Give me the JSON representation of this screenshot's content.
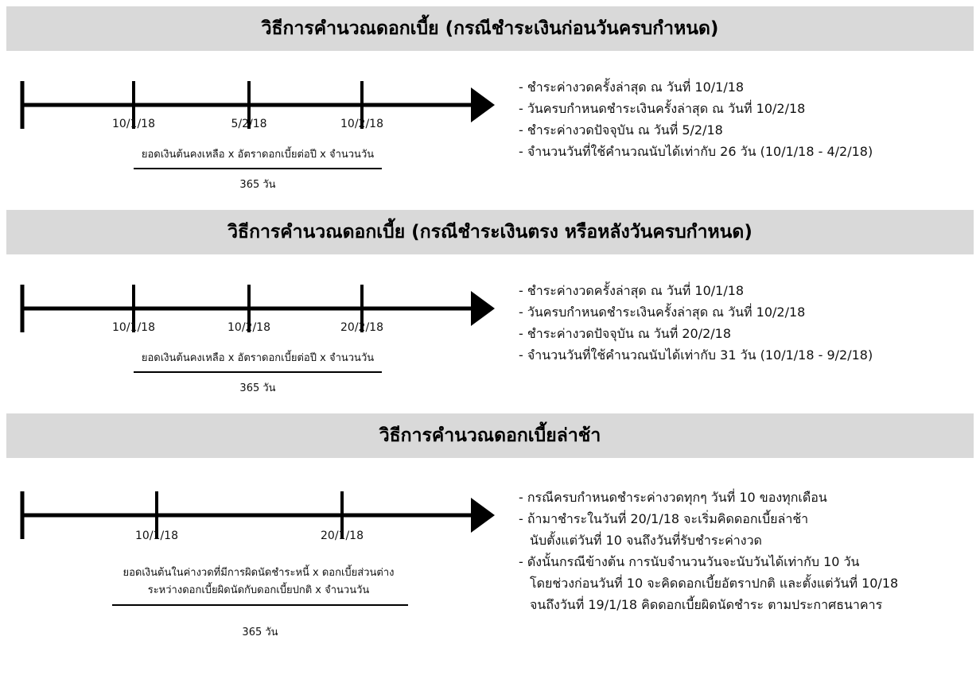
{
  "sections": [
    {
      "title": "วิธีการคำนวณดอกเบี้ย (กรณีชำระเงินก่อนวันครบกำหนด)",
      "dates": [
        "10/1/18",
        "5/2/18",
        "10/2/18"
      ],
      "formula": {
        "numerator": "ยอดเงินต้นคงเหลือ x อัตราดอกเบี้ยต่อปี x จำนวนวัน",
        "denominator": "365 วัน"
      },
      "notes": [
        "- ชำระค่างวดครั้งล่าสุด ณ วันที่ 10/1/18",
        "- วันครบกำหนดชำระเงินครั้งล่าสุด ณ วันที่ 10/2/18",
        "- ชำระค่างวดปัจจุบัน ณ วันที่ 5/2/18",
        "- จำนวนวันที่ใช้คำนวณนับได้เท่ากับ 26 วัน (10/1/18 - 4/2/18)"
      ]
    },
    {
      "title": "วิธีการคำนวณดอกเบี้ย (กรณีชำระเงินตรง หรือหลังวันครบกำหนด)",
      "dates": [
        "10/1/18",
        "10/2/18",
        "20/2/18"
      ],
      "formula": {
        "numerator": "ยอดเงินต้นคงเหลือ x อัตราดอกเบี้ยต่อปี x จำนวนวัน",
        "denominator": "365 วัน"
      },
      "notes": [
        "- ชำระค่างวดครั้งล่าสุด ณ วันที่ 10/1/18",
        "- วันครบกำหนดชำระเงินครั้งล่าสุด ณ วันที่ 10/2/18",
        "- ชำระค่างวดปัจจุบัน ณ วันที่ 20/2/18",
        "- จำนวนวันที่ใช้คำนวณนับได้เท่ากับ 31 วัน (10/1/18 - 9/2/18)"
      ]
    },
    {
      "title": "วิธีการคำนวณดอกเบี้ยล่าช้า",
      "dates": [
        "10/1/18",
        "20/1/18"
      ],
      "formula": {
        "numerator_line1": "ยอดเงินต้นในค่างวดที่มีการผิดนัดชำระหนี้ x ดอกเบี้ยส่วนต่าง",
        "numerator_line2": "ระหว่างดอกเบี้ยผิดนัดกับดอกเบี้ยปกติ x จำนวนวัน",
        "denominator": "365 วัน"
      },
      "notes": [
        "- กรณีครบกำหนดชำระค่างวดทุกๆ วันที่ 10 ของทุกเดือน",
        "- ถ้ามาชำระในวันที่ 20/1/18 จะเริ่มคิดดอกเบี้ยล่าช้า",
        "นับตั้งแต่วันที่ 10 จนถึงวันที่รับชำระค่างวด",
        "- ดังนั้นกรณีข้างต้น การนับจำนวนวันจะนับวันได้เท่ากับ 10 วัน",
        "โดยช่วงก่อนวันที่ 10 จะคิดดอกเบี้ยอัตราปกติ และตั้งแต่วันที่ 10/18",
        "จนถึงวันที่ 19/1/18 คิดดอกเบี้ยผิดนัดชำระ ตามประกาศธนาคาร"
      ]
    }
  ]
}
